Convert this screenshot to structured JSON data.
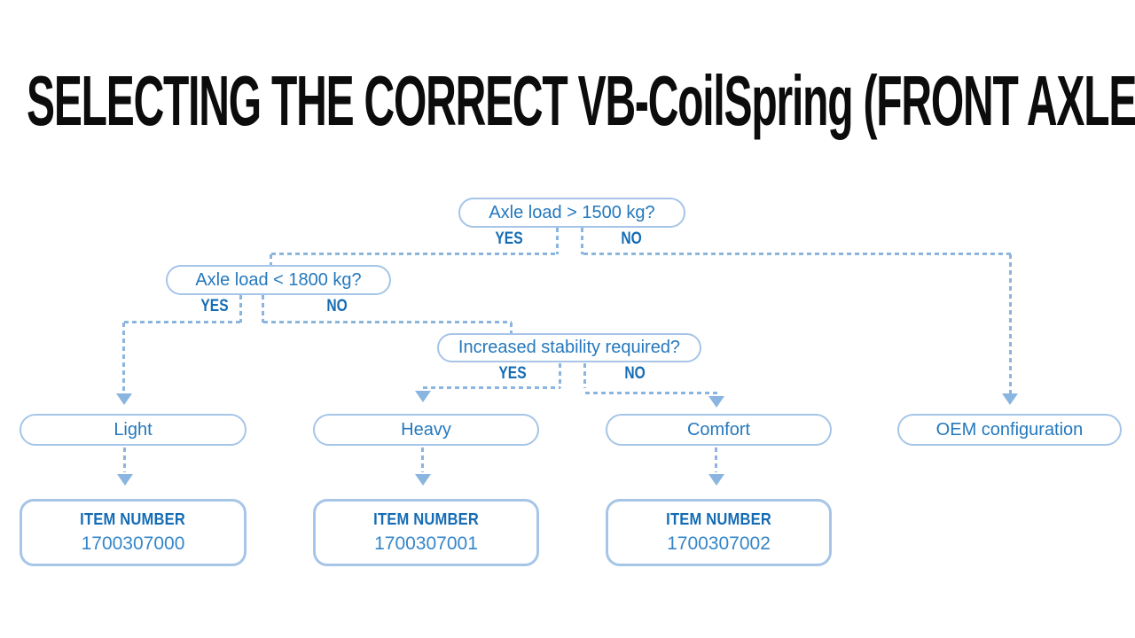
{
  "title": "SELECTING THE CORRECT VB-CoilSpring (FRONT AXLE)",
  "colors": {
    "accent_bold_blue": "#156cb4",
    "node_text_blue": "#2478bd",
    "light_border_blue": "#a6c5e7",
    "connector_blue": "#8ab5e0",
    "item_number_blue": "#3585c8",
    "title_black": "#0c0c0c"
  },
  "flowchart": {
    "decisions": [
      {
        "question": "Axle load > 1500 kg?",
        "yes": "YES",
        "no": "NO"
      },
      {
        "question": "Axle load < 1800 kg?",
        "yes": "YES",
        "no": "NO"
      },
      {
        "question": "Increased stability required?",
        "yes": "YES",
        "no": "NO"
      }
    ],
    "outcomes": [
      {
        "label": "Light"
      },
      {
        "label": "Heavy"
      },
      {
        "label": "Comfort"
      },
      {
        "label": "OEM configuration"
      }
    ],
    "item_boxes": [
      {
        "heading": "ITEM NUMBER",
        "number": "1700307000"
      },
      {
        "heading": "ITEM NUMBER",
        "number": "1700307001"
      },
      {
        "heading": "ITEM NUMBER",
        "number": "1700307002"
      }
    ]
  }
}
